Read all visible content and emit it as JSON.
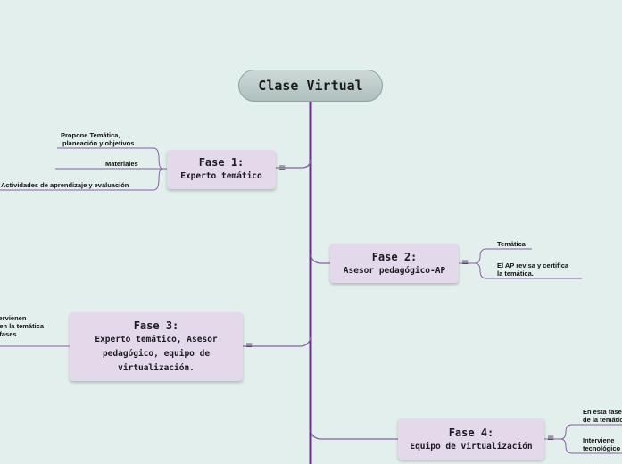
{
  "root": {
    "title": "Clase Virtual"
  },
  "phases": [
    {
      "title": "Fase 1:",
      "subtitle": "Experto temático"
    },
    {
      "title": "Fase 2:",
      "subtitle": "Asesor pedagógico-AP"
    },
    {
      "title": "Fase 3:",
      "subtitle_lines": [
        "Experto temático, Asesor",
        "pedagógico, equipo de",
        "virtualización."
      ]
    },
    {
      "title": "Fase 4:",
      "subtitle": "Equipo de virtualización"
    }
  ],
  "leaves": {
    "fase1": [
      [
        "Propone Temática,",
        "planeación y objetivos"
      ],
      [
        "Materiales"
      ],
      [
        "Actividades de aprendizaje y evaluación"
      ]
    ],
    "fase2": [
      [
        "Temática"
      ],
      [
        "El AP revisa y certifica",
        "la temática."
      ]
    ],
    "fase3": [
      [
        "Intervienen",
        "en la temática",
        "fases"
      ]
    ],
    "fase4": [
      [
        "En esta fase",
        "de la temática"
      ],
      [
        "Interviene",
        "tecnológico"
      ]
    ]
  },
  "colors": {
    "trunk": "#6a2f86",
    "branch": "#8a5ea6",
    "node": "#e4d9ea",
    "background": "#e3efec"
  },
  "icons": {
    "collapse": "≡"
  }
}
